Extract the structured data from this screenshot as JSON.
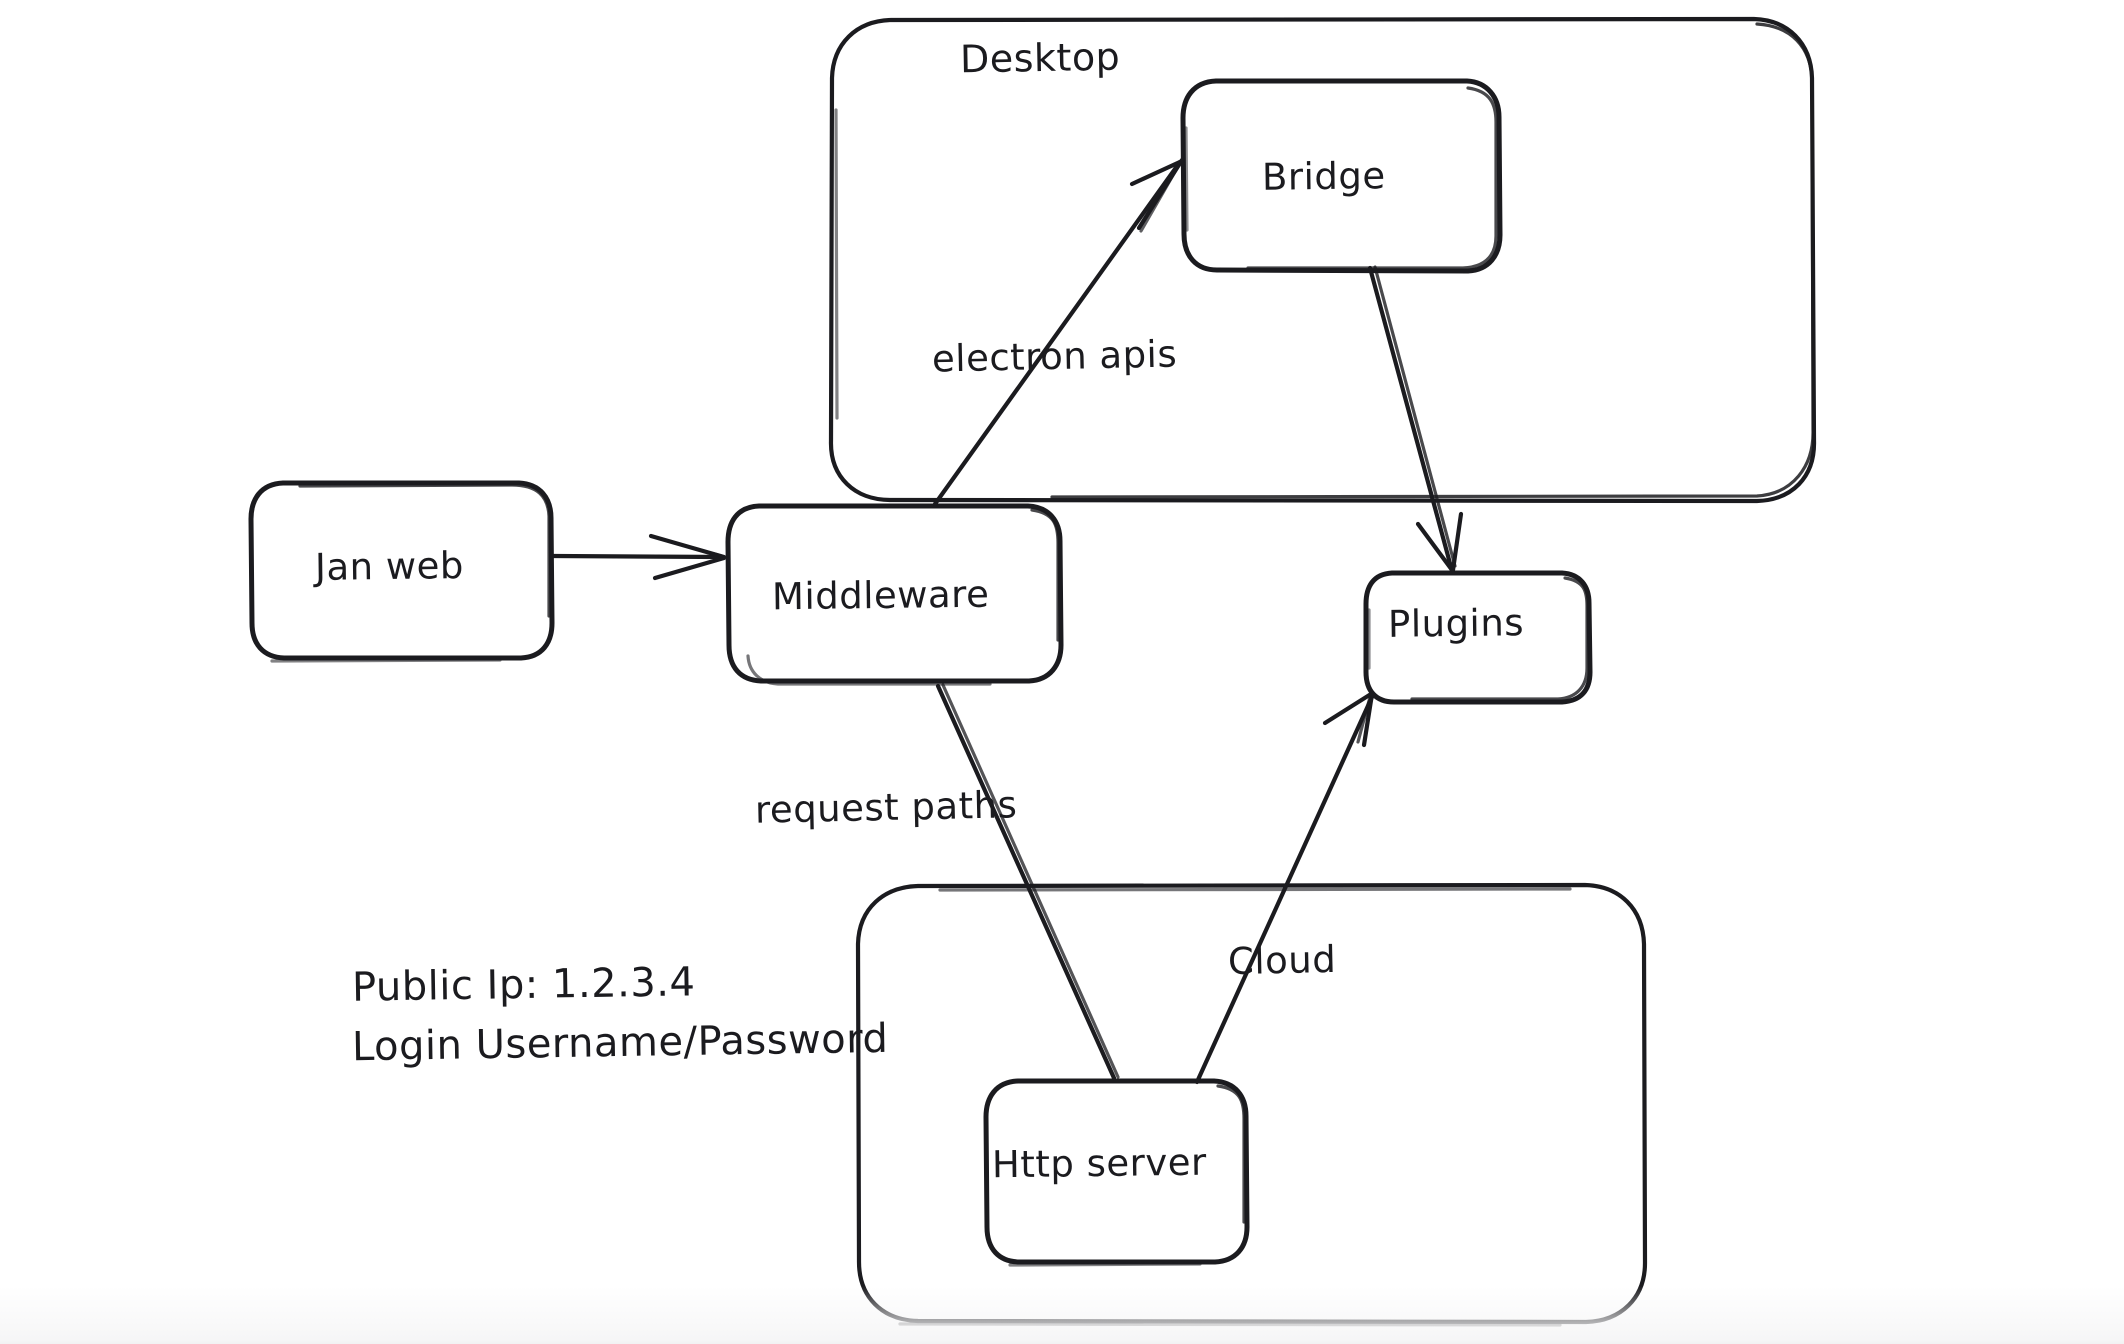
{
  "diagram": {
    "title": "Jan application architecture sketch",
    "style": "hand-drawn whiteboard sketch",
    "background_color": "#ffffff",
    "stroke_color": "#1b1b1f",
    "groups": [
      {
        "id": "desktop",
        "label": "Desktop"
      },
      {
        "id": "cloud",
        "label": ""
      }
    ],
    "nodes": [
      {
        "id": "jan-web",
        "label": "Jan web"
      },
      {
        "id": "middleware",
        "label": "Middleware"
      },
      {
        "id": "bridge",
        "label": "Bridge"
      },
      {
        "id": "plugins",
        "label": "Plugins"
      },
      {
        "id": "http-server",
        "label": "Http server"
      }
    ],
    "edges": [
      {
        "id": "jan-web-to-middleware",
        "from": "Jan web",
        "to": "Middleware",
        "label": "",
        "arrow": true
      },
      {
        "id": "middleware-to-bridge",
        "from": "Middleware",
        "to": "Bridge",
        "label": "electron apis",
        "arrow": true
      },
      {
        "id": "bridge-to-plugins",
        "from": "Bridge",
        "to": "Plugins",
        "label": "",
        "arrow": true
      },
      {
        "id": "middleware-to-http-server",
        "from": "Middleware",
        "to": "Http server",
        "label": "request paths",
        "arrow": false
      },
      {
        "id": "http-server-to-plugins",
        "from": "Http server",
        "to": "Plugins",
        "label": "Cloud",
        "arrow": true
      }
    ],
    "edge_labels": {
      "electron_apis": "electron apis",
      "request_paths": "request paths",
      "cloud": "Cloud"
    },
    "notes": {
      "public_ip": "Public Ip: 1.2.3.4",
      "login": "Login Username/Password"
    }
  }
}
